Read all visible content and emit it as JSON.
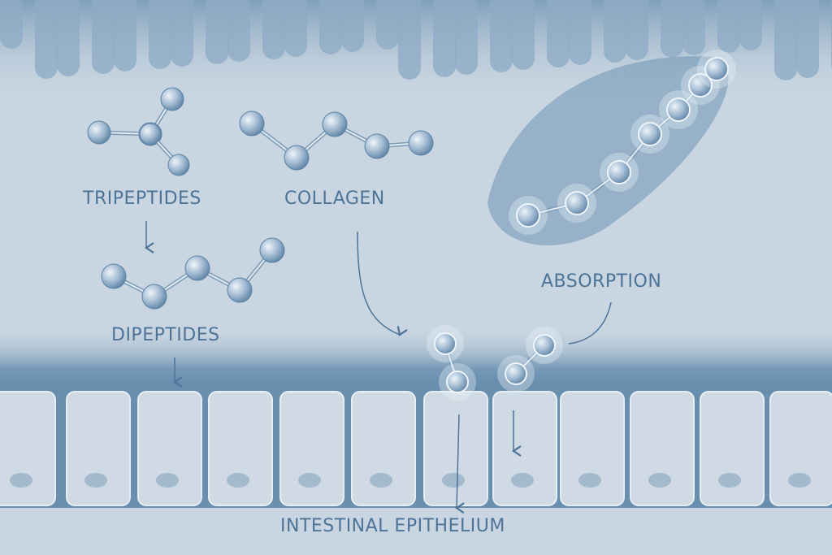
{
  "labels": {
    "tripeptides": "TRIPEPTIDES",
    "collagen": "COLLAGEN",
    "dipeptides": "DIPEPTIDES",
    "absorption": "ABSORPTION",
    "epithelium": "INTESTINAL EPITHELIUM"
  },
  "colors": {
    "background": "#c9d6e1",
    "accent": "#4d7397",
    "molecule": "#a9c0d6",
    "cell": "#cfdae4",
    "dark_band": "#5f87a8"
  }
}
